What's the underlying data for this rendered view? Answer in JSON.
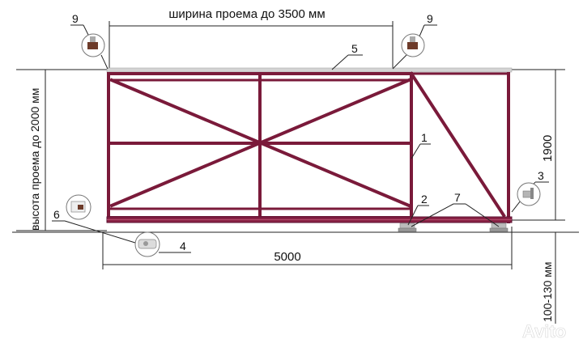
{
  "dimensions": {
    "opening_width": "ширина проема до 3500 мм",
    "opening_height": "высота проема до 2000 мм",
    "gate_height": "1900",
    "gate_length": "5000",
    "ground_clearance": "100-130 мм"
  },
  "callouts": {
    "c1": "1",
    "c2": "2",
    "c3": "3",
    "c4": "4",
    "c5": "5",
    "c6": "6",
    "c7": "7",
    "c9_left": "9",
    "c9_right": "9"
  },
  "watermark": "Avito",
  "colors": {
    "frame": "#7a1a3a",
    "rail": "#cfcfcf",
    "dimension": "#222222"
  }
}
